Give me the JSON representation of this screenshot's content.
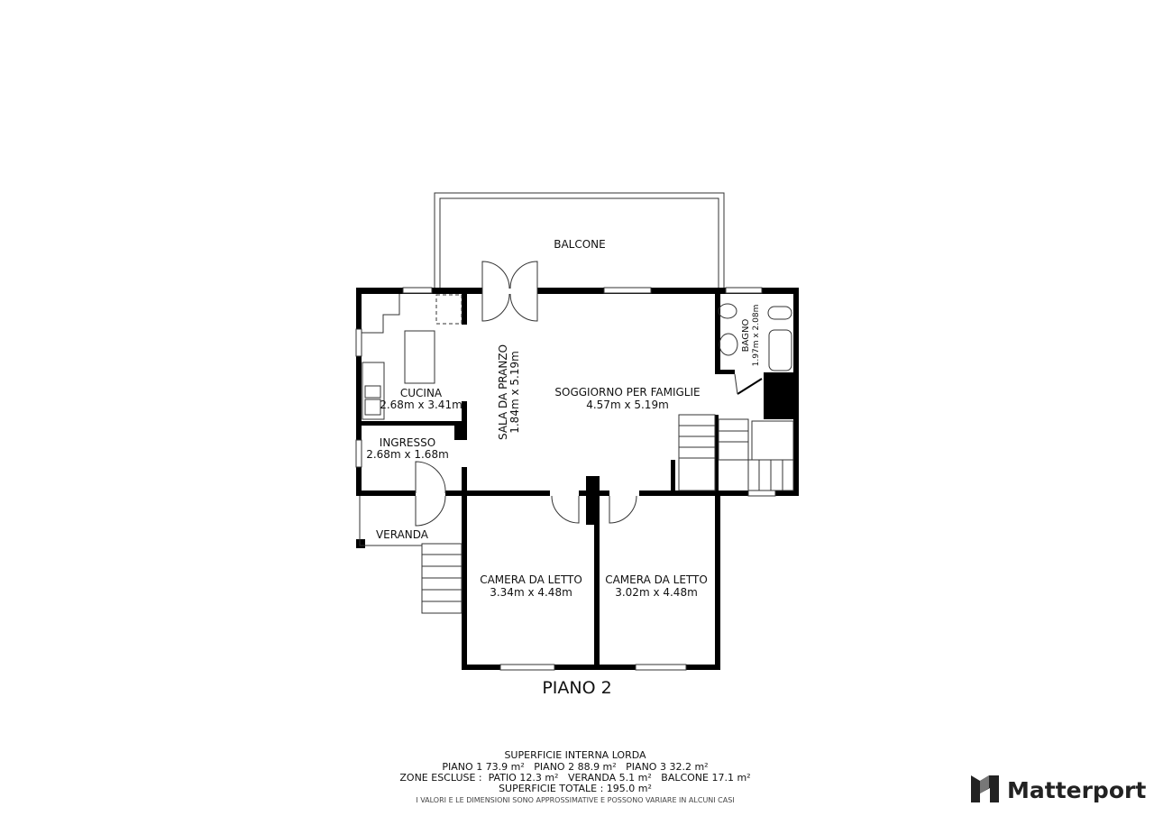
{
  "floor_title": "PIANO 2",
  "rooms": {
    "balcone": {
      "name": "BALCONE"
    },
    "cucina": {
      "name": "CUCINA",
      "size": "2.68m x 3.41m"
    },
    "ingresso": {
      "name": "INGRESSO",
      "size": "2.68m x 1.68m"
    },
    "veranda": {
      "name": "VERANDA"
    },
    "sala_da_pranzo": {
      "name": "SALA DA PRANZO",
      "size": "1.84m x 5.19m"
    },
    "soggiorno": {
      "name": "SOGGIORNO PER FAMIGLIE",
      "size": "4.57m x 5.19m"
    },
    "bagno": {
      "name": "BAGNO",
      "size": "1.97m x 2.08m"
    },
    "camera1": {
      "name": "CAMERA DA LETTO",
      "size": "3.34m x 4.48m"
    },
    "camera2": {
      "name": "CAMERA DA LETTO",
      "size": "3.02m x 4.48m"
    }
  },
  "footer": {
    "heading": "SUPERFICIE INTERNA LORDA",
    "floors": "PIANO 1 73.9 m²   PIANO 2 88.9 m²   PIANO 3 32.2 m²",
    "excluded": "ZONE ESCLUSE :  PATIO 12.3 m²   VERANDA 5.1 m²   BALCONE 17.1 m²",
    "total": "SUPERFICIE TOTALE :  195.0 m²",
    "disclaimer": "I VALORI E LE DIMENSIONI SONO APPROSSIMATIVE E POSSONO VARIARE IN ALCUNI CASI"
  },
  "brand": {
    "name": "Matterport",
    "color": "#222222"
  }
}
